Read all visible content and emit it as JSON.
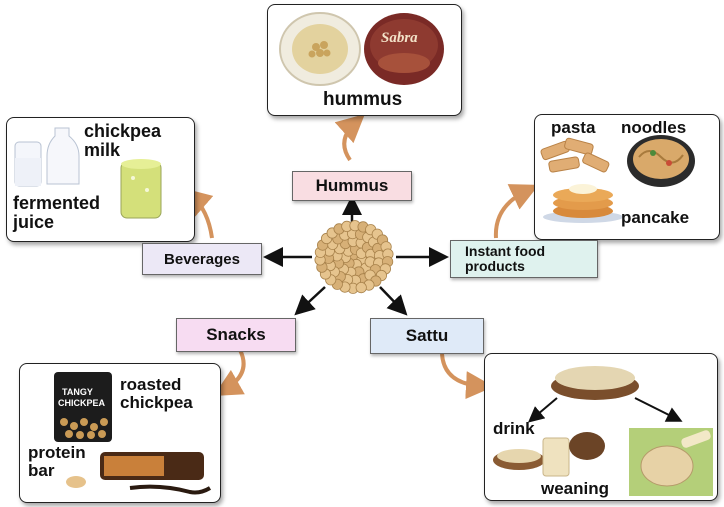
{
  "center": {
    "icon": "chickpea-pile"
  },
  "categories": {
    "hummus": "Hummus",
    "beverages": "Beverages",
    "instant": "Instant food\nproducts",
    "snacks": "Snacks",
    "sattu": "Sattu"
  },
  "panels": {
    "hummus": {
      "label": "hummus"
    },
    "beverages": {
      "milk": "chickpea\nmilk",
      "juice": "fermented\njuice"
    },
    "instant": {
      "pasta": "pasta",
      "noodles": "noodles",
      "pancake": "pancake"
    },
    "snacks": {
      "chickpea": "roasted\nchickpea",
      "bar": "protein\nbar",
      "pack_line1": "TANGY",
      "pack_line2": "CHICKPEA"
    },
    "sattu": {
      "drink": "drink",
      "weaning": "weaning"
    }
  },
  "brand": {
    "sabra": "Sabra"
  },
  "colors": {
    "hummus_box": "#f9dde2",
    "beverages_box": "#ece8f6",
    "instant_box": "#dff2ee",
    "snacks_box": "#f7dcf2",
    "sattu_box": "#dfeaf8",
    "curved_arrow": "#d4935d"
  }
}
